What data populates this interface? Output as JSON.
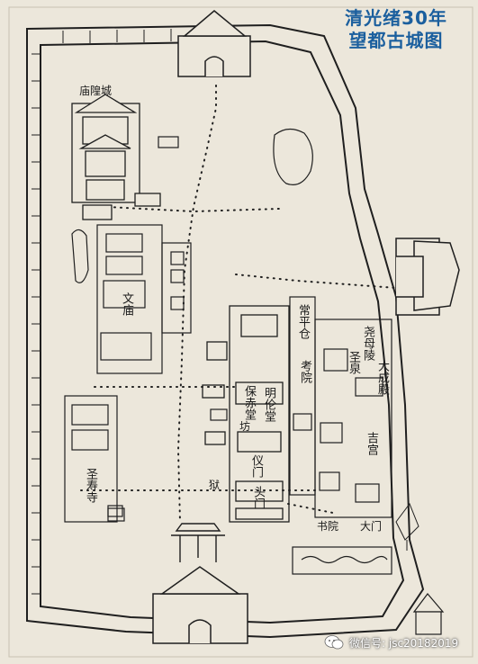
{
  "title": {
    "line1": "清光绪30年",
    "line2": "望都古城图"
  },
  "labels": {
    "temple_city_god": "庙隍城",
    "confucian_temple": "文庙",
    "shengshou_temple": "圣寿寺",
    "granary": "常平仓",
    "yaomu_tomb": "尧母陵",
    "shengquan": "圣泉",
    "dacheng_hall": "大成殿",
    "kaoyuan_hall": "考院",
    "chenghuang_temple": "吉宫",
    "yamen_gate": "仪门",
    "gate_head": "头门",
    "shuyuan": "书院",
    "men_da": "大门",
    "minglun_hall": "明伦堂",
    "bao_chi_tang": "保赤堂",
    "jail": "狱",
    "memorial_arch": "坊"
  },
  "watermark": {
    "text": "微信号: jsc20182019",
    "icon": "wechat-icon"
  },
  "colors": {
    "paper": "#ece7db",
    "ink": "#1f1f1f",
    "title": "#1b5f9e"
  }
}
